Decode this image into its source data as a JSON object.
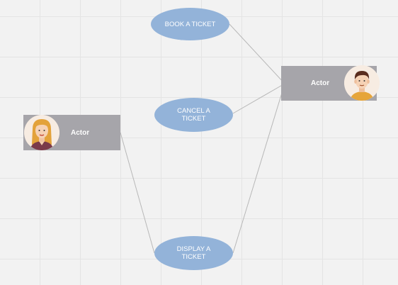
{
  "diagram": {
    "use_cases": {
      "book": "BOOK A TICKET",
      "cancel": "CANCEL A TICKET",
      "display": "DISPLAY A TICKET"
    },
    "actors": {
      "left": {
        "label": "Actor",
        "avatar_icon": "woman-avatar-icon"
      },
      "right": {
        "label": "Actor",
        "avatar_icon": "man-avatar-icon"
      }
    },
    "connections": [
      [
        "actor-right",
        "book"
      ],
      [
        "actor-right",
        "cancel"
      ],
      [
        "actor-right",
        "display"
      ],
      [
        "actor-left",
        "display"
      ]
    ],
    "colors": {
      "use_case_fill": "#93b3d9",
      "actor_fill": "#a6a5aa",
      "connector": "#b8b8b8",
      "background": "#f2f2f2"
    }
  }
}
